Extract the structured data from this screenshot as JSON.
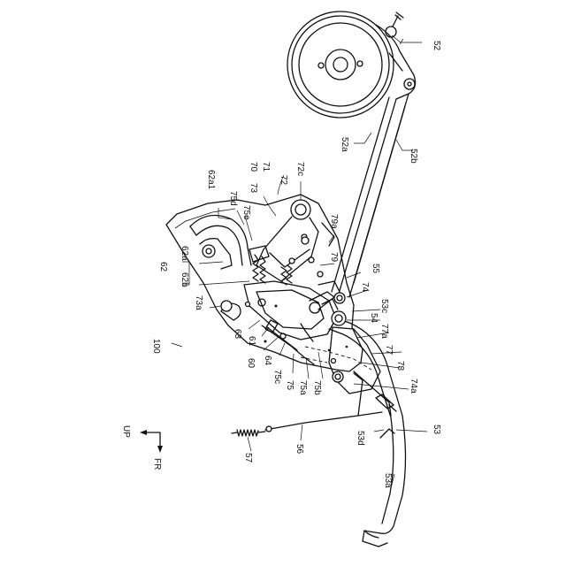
{
  "labels": {
    "l52": "52",
    "l52a": "52a",
    "l52b": "52b",
    "l70": "70",
    "l71": "71",
    "l72": "72",
    "l72c": "72c",
    "l73": "73",
    "l62a1": "62a1",
    "l75d": "75d",
    "l75e": "75e",
    "l62a": "62a",
    "l62": "62",
    "l62b": "62b",
    "l79a": "79a",
    "l79": "79",
    "l55": "55",
    "l74": "74",
    "l53c": "53c",
    "l54": "54",
    "l77a": "77a",
    "l77": "77",
    "l78": "78",
    "l74a": "74a",
    "l73a": "73a",
    "l63": "63",
    "l61": "61",
    "l60": "60",
    "l64": "64",
    "l75c": "75c",
    "l75": "75",
    "l75a": "75a",
    "l75b": "75b",
    "l100": "100",
    "l53": "53",
    "l53d": "53d",
    "l56": "56",
    "l57": "57",
    "l53a": "53a"
  },
  "orientation": {
    "up": "UP",
    "fr": "FR"
  }
}
